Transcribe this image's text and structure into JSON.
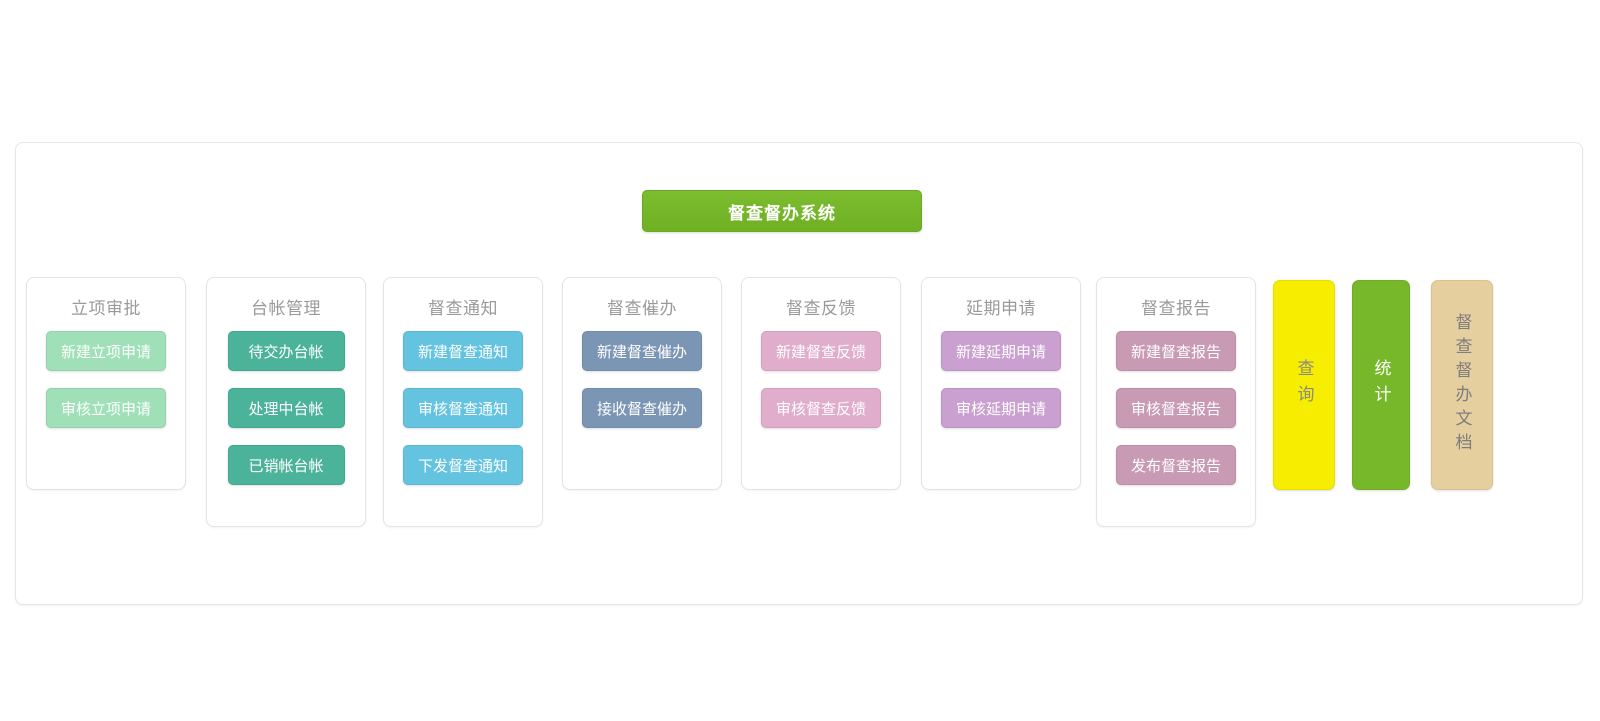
{
  "title_button": {
    "label": "督查督办系统",
    "color": "#76b82a"
  },
  "modules": [
    {
      "name": "立项审批",
      "color": "#9fe0b8",
      "buttons": [
        "新建立项申请",
        "审核立项申请"
      ]
    },
    {
      "name": "台帐管理",
      "color": "#4bb39a",
      "buttons": [
        "待交办台帐",
        "处理中台帐",
        "已销帐台帐"
      ]
    },
    {
      "name": "督查通知",
      "color": "#64c4e0",
      "buttons": [
        "新建督查通知",
        "审核督查通知",
        "下发督查通知"
      ]
    },
    {
      "name": "督查催办",
      "color": "#7b96b5",
      "buttons": [
        "新建督查催办",
        "接收督查催办"
      ]
    },
    {
      "name": "督查反馈",
      "color": "#e0aecc",
      "buttons": [
        "新建督查反馈",
        "审核督查反馈"
      ]
    },
    {
      "name": "延期申请",
      "color": "#c9a0d0",
      "buttons": [
        "新建延期申请",
        "审核延期申请"
      ]
    },
    {
      "name": "督查报告",
      "color": "#c89ab4",
      "buttons": [
        "新建督查报告",
        "审核督查报告",
        "发布督查报告"
      ]
    }
  ],
  "vertical_tiles": [
    {
      "label": "查询",
      "bg": "#f7ed00",
      "text_color": "#8a8a8a"
    },
    {
      "label": "统计",
      "bg": "#76b82a",
      "text_color": "#ffffff"
    },
    {
      "label": "督查督办文档",
      "bg": "#e6cf9e",
      "text_color": "#7d7d7d"
    }
  ]
}
